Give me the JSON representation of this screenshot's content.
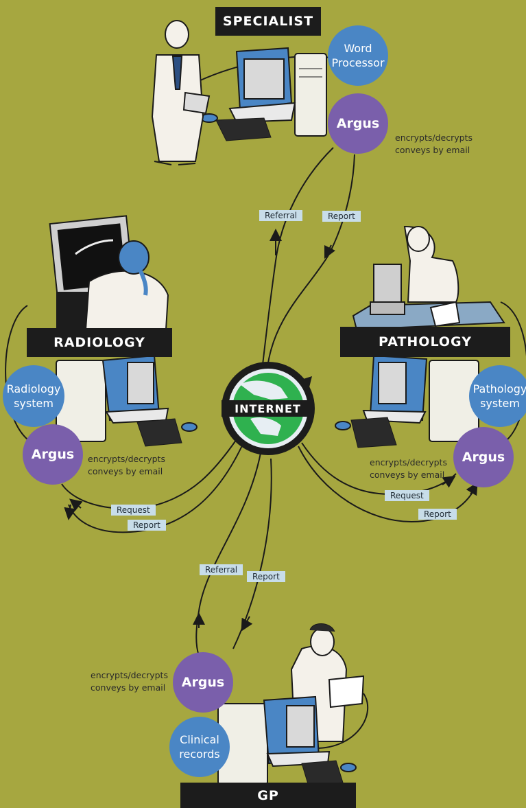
{
  "sections": {
    "specialist": "SPECIALIST",
    "radiology": "RADIOLOGY",
    "pathology": "PATHOLOGY",
    "gp": "GP"
  },
  "internet_label": "INTERNET",
  "systems": {
    "specialist": [
      "Word",
      "Processor"
    ],
    "radiology": [
      "Radiology",
      "system"
    ],
    "pathology": [
      "Pathology",
      "system"
    ],
    "gp": [
      "Clinical",
      "records"
    ]
  },
  "argus": "Argus",
  "argus_note": [
    "encrypts/decrypts",
    "conveys by email"
  ],
  "flows": {
    "specialist_referral": "Referral",
    "specialist_report": "Report",
    "radiology_request": "Request",
    "radiology_report": "Report",
    "pathology_request": "Request",
    "pathology_report": "Report",
    "gp_referral": "Referral",
    "gp_report": "Report"
  },
  "colors": {
    "background": "#a6a740",
    "argus_circle": "#7a5fab",
    "system_circle": "#4a86c5",
    "label_box": "#1c1c1c",
    "tag": "#c8dde9",
    "globe": "#2fb14f"
  }
}
